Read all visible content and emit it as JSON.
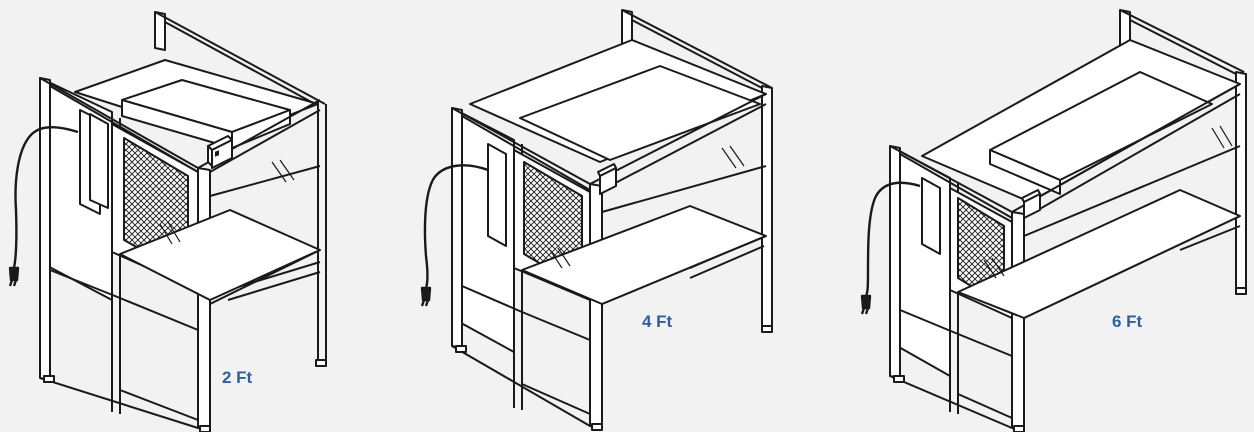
{
  "figure": {
    "background": "#f2f2f2",
    "line_color": "#1a1a1a",
    "panel_color": "#ffffff",
    "label_color": "#2f5f9e",
    "units": [
      {
        "id": "unit-2ft",
        "size_label": "2 Ft"
      },
      {
        "id": "unit-4ft",
        "size_label": "4 Ft"
      },
      {
        "id": "unit-6ft",
        "size_label": "6 Ft"
      }
    ]
  }
}
